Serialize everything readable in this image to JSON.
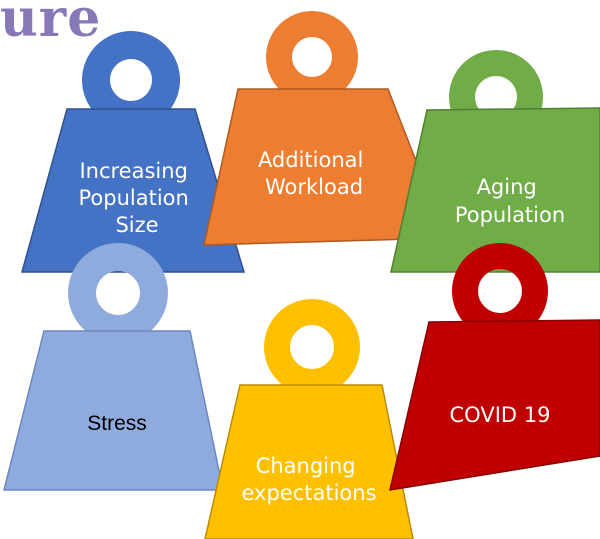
{
  "header": {
    "title_fragment": "ure"
  },
  "weights": [
    {
      "id": "increasing-population-size",
      "lines": [
        "Increasing",
        "Population",
        "Size"
      ],
      "fill": "#4472c4",
      "stroke": "#2f528f",
      "text_color": "#ffffff"
    },
    {
      "id": "additional-workload",
      "lines": [
        "Additional",
        "Workload"
      ],
      "fill": "#ed7d31",
      "stroke": "#ae5a21",
      "text_color": "#ffffff"
    },
    {
      "id": "aging-population",
      "lines": [
        "Aging",
        "Population"
      ],
      "fill": "#70ad47",
      "stroke": "#507e32",
      "text_color": "#ffffff"
    },
    {
      "id": "stress",
      "lines": [
        "Stress"
      ],
      "fill": "#8faadc",
      "stroke": "#6e86c0",
      "text_color": "#000000"
    },
    {
      "id": "changing-expectations",
      "lines": [
        "Changing",
        "expectations"
      ],
      "fill": "#ffc000",
      "stroke": "#bc8c00",
      "text_color": "#ffffff"
    },
    {
      "id": "covid-19",
      "lines": [
        "COVID 19"
      ],
      "fill": "#c00000",
      "stroke": "#8b0000",
      "text_color": "#ffffff"
    }
  ]
}
